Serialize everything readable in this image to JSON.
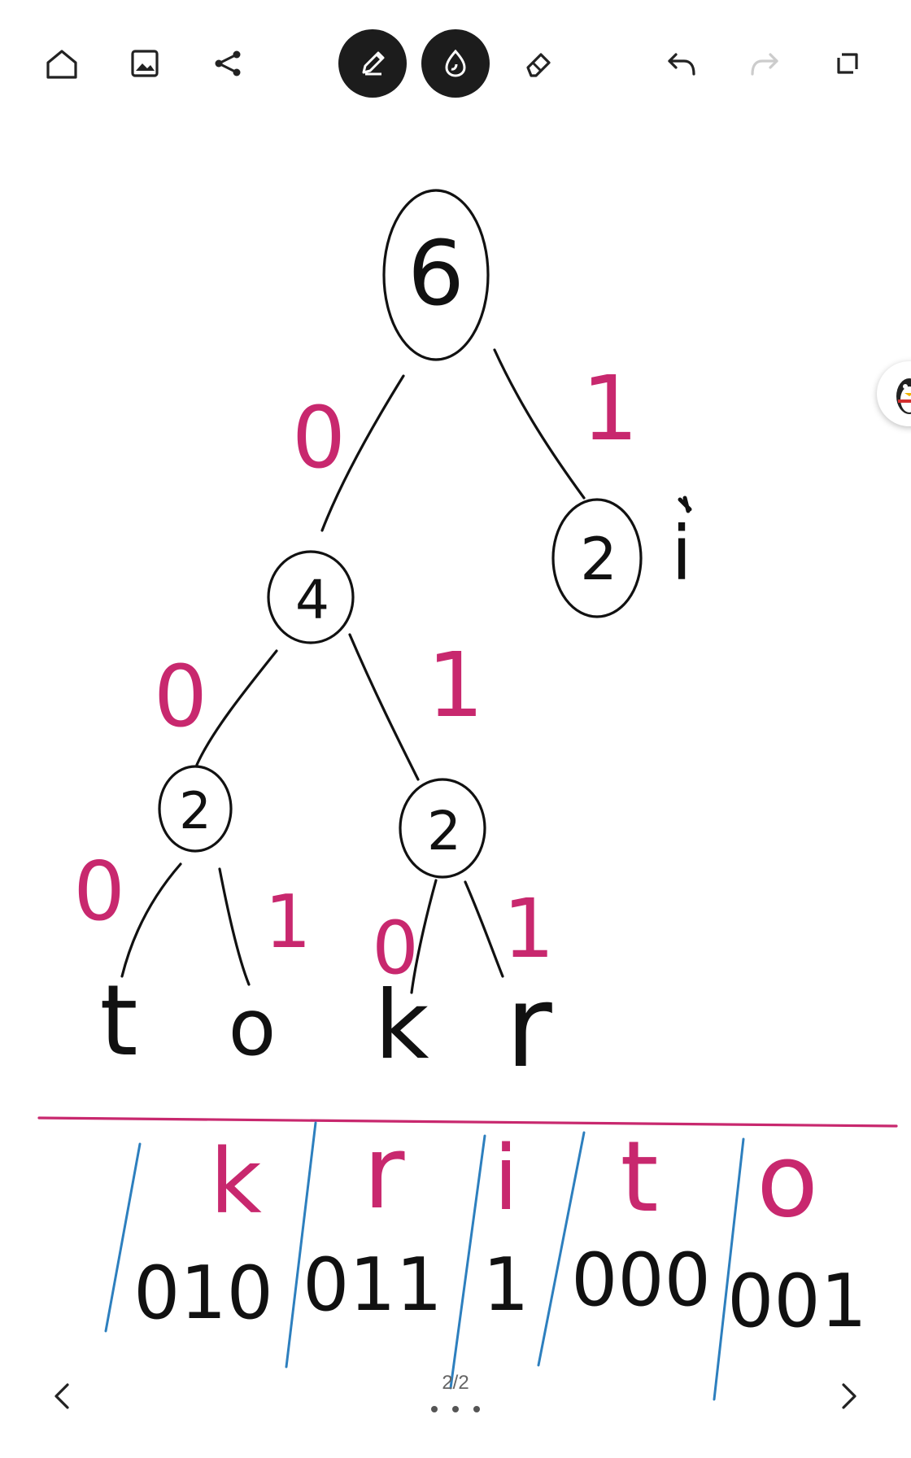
{
  "toolbar": {
    "left_icons": [
      "home-icon",
      "image-icon",
      "share-icon"
    ],
    "center_tools": [
      "pen-icon",
      "highlighter-icon",
      "eraser-icon"
    ],
    "right_icons": [
      "undo-icon",
      "redo-icon",
      "crop-icon"
    ]
  },
  "colors": {
    "ink": "#111111",
    "magenta": "#c8286e",
    "blue": "#2d7fbe",
    "toolbar_active_bg": "#1c1c1c"
  },
  "drawing": {
    "root": "6",
    "right_child": "2",
    "right_leaf": "i",
    "left_child": "4",
    "left_left": "2",
    "left_right": "2",
    "leaves": [
      "t",
      "o",
      "k",
      "r"
    ],
    "edge_labels_top": [
      "0",
      "1"
    ],
    "edge_labels_mid": [
      "0",
      "1"
    ],
    "edge_labels_low": [
      "0",
      "1",
      "0",
      "1"
    ],
    "table_letters": [
      "k",
      "r",
      "i",
      "t",
      "o"
    ],
    "table_codes": [
      "010",
      "011",
      "1",
      "000",
      "001"
    ]
  },
  "footer": {
    "page_indicator": "2/2"
  }
}
